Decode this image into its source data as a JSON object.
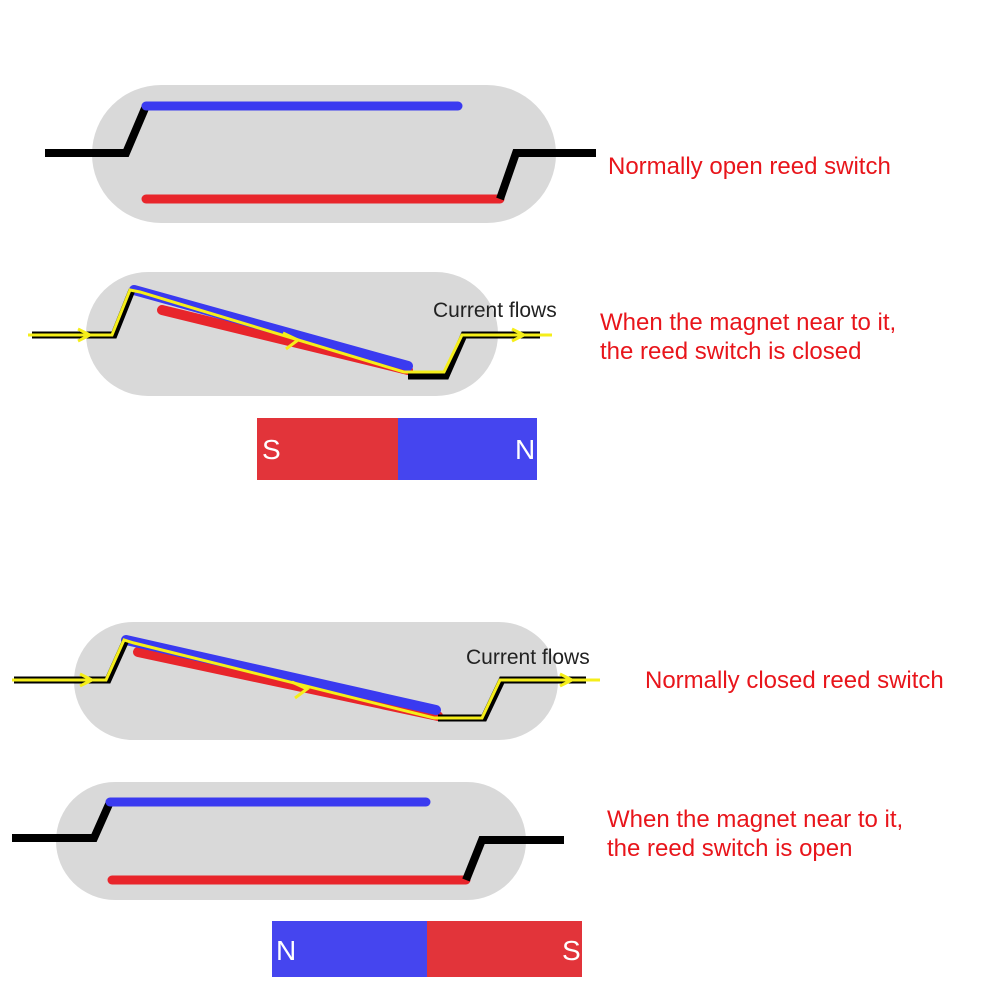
{
  "colors": {
    "tube": "#d9d9d9",
    "blue_reed": "#3a3af0",
    "red_reed": "#e8252b",
    "lead": "#000000",
    "current": "#f5ee1a",
    "label": "#e8151b",
    "magnet_south": "#e2343a",
    "magnet_north": "#4545ef"
  },
  "labels": {
    "no_title": "Normally open reed switch",
    "no_magnet_line1": "When the magnet near to it,",
    "no_magnet_line2": "the reed switch is closed",
    "nc_title": "Normally closed reed switch",
    "nc_magnet_line1": "When the magnet near to it,",
    "nc_magnet_line2": "the reed switch is open",
    "current_flows": "Current flows"
  },
  "magnet1": {
    "left": "S",
    "right": "N"
  },
  "magnet2": {
    "left": "N",
    "right": "S"
  }
}
